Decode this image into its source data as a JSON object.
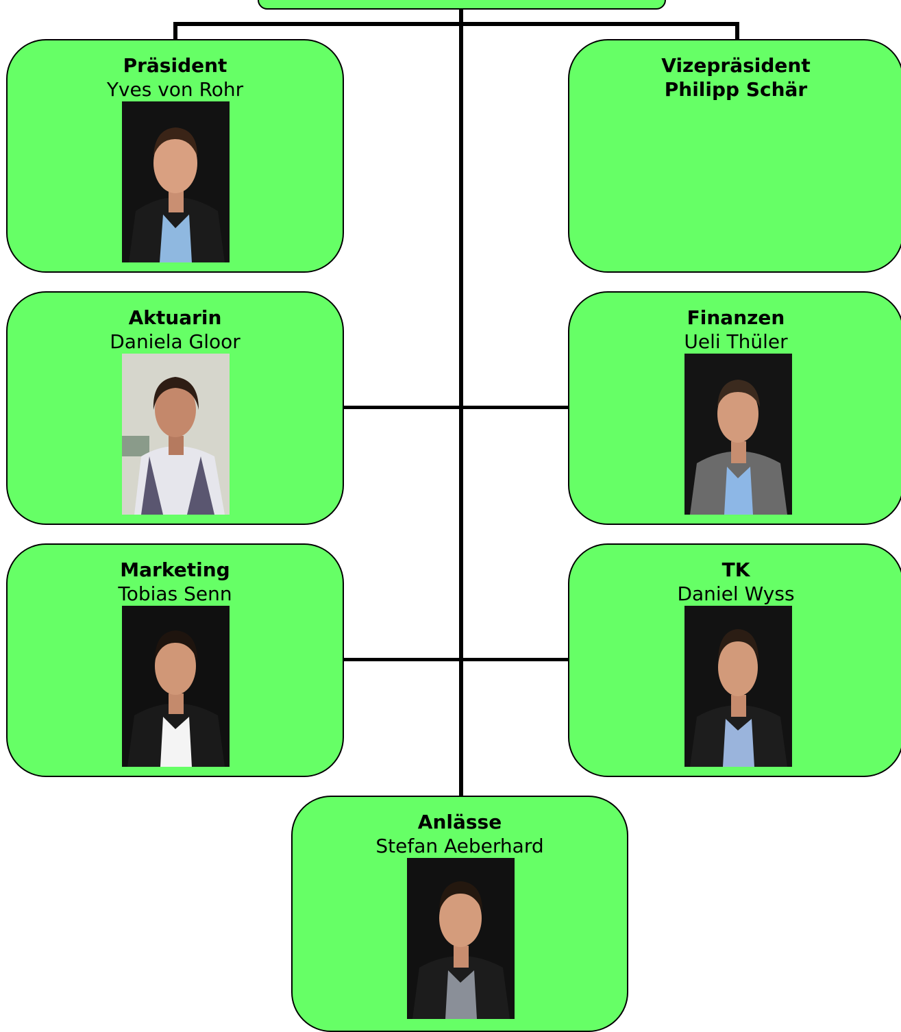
{
  "colors": {
    "box_fill": "#66ff66",
    "line": "#000000"
  },
  "board": [
    {
      "role": "Präsident",
      "name": "Yves von Rohr",
      "photo": "portrait-man-blue-shirt"
    },
    {
      "role": "Vizepräsident",
      "name": "Philipp Schär"
    },
    {
      "role": "Aktuarin",
      "name": "Daniela Gloor",
      "photo": "portrait-woman-plaid-shirt"
    },
    {
      "role": "Finanzen",
      "name": "Ueli Thüler",
      "photo": "portrait-man-grey-jacket"
    },
    {
      "role": "Marketing",
      "name": "Tobias Senn",
      "photo": "portrait-man-white-shirt"
    },
    {
      "role": "TK",
      "name": "Daniel Wyss",
      "photo": "portrait-man-checked-shirt"
    },
    {
      "role": "Anlässe",
      "name": "Stefan Aeberhard",
      "photo": "portrait-man-grey-shirt"
    }
  ]
}
